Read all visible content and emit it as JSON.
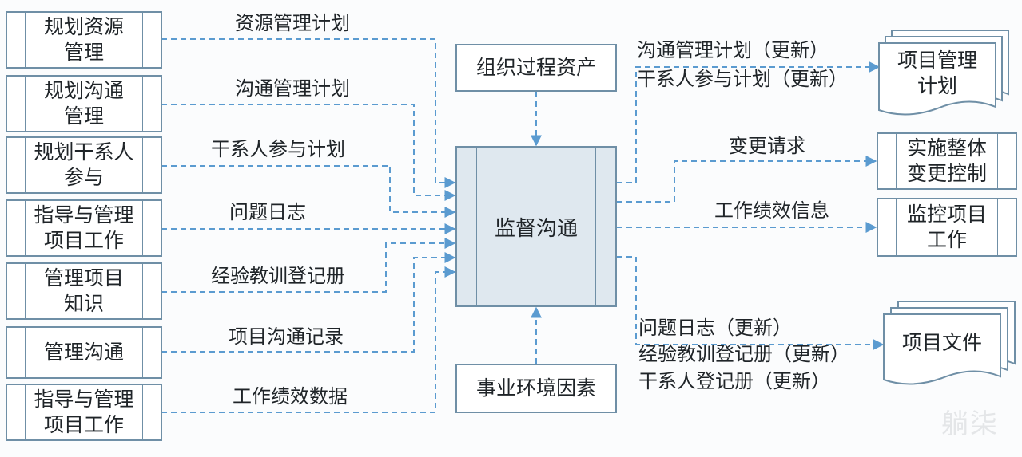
{
  "inputs": [
    {
      "name": "规划资源\n管理",
      "flow": "资源管理计划"
    },
    {
      "name": "规划沟通\n管理",
      "flow": "沟通管理计划"
    },
    {
      "name": "规划干系人\n参与",
      "flow": "干系人参与计划"
    },
    {
      "name": "指导与管理\n项目工作",
      "flow": "问题日志"
    },
    {
      "name": "管理项目\n知识",
      "flow": "经验教训登记册"
    },
    {
      "name": "管理沟通",
      "flow": "项目沟通记录"
    },
    {
      "name": "指导与管理\n项目工作",
      "flow": "工作绩效数据"
    }
  ],
  "top_input": "组织过程资产",
  "bottom_input": "事业环境因素",
  "process": "监督沟通",
  "outputs": {
    "plan_flows": [
      "沟通管理计划（更新）",
      "干系人参与计划（更新）"
    ],
    "plan_target": "项目管理\n计划",
    "change_flow": "变更请求",
    "change_target": "实施整体\n变更控制",
    "perf_flow": "工作绩效信息",
    "perf_target": "监控项目\n工作",
    "doc_flows": [
      "问题日志（更新）",
      "经验教训登记册（更新）",
      "干系人登记册（更新）"
    ],
    "doc_target": "项目文件"
  },
  "watermark": "躺柒",
  "colors": {
    "line": "#5b9bd0",
    "border": "#6f8fa6",
    "center_fill": "#dfe8ef"
  }
}
